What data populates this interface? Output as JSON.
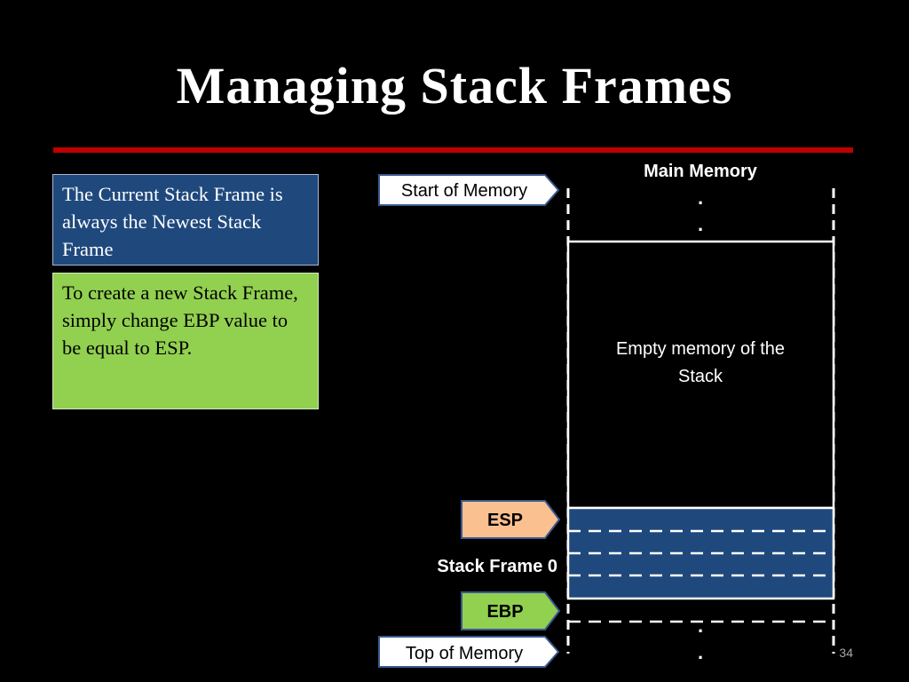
{
  "slide": {
    "title": "Managing Stack Frames",
    "page_number": "34"
  },
  "colors": {
    "background": "#000000",
    "title_rule": "#c00000",
    "note_blue_fill": "#1f497d",
    "note_green_fill": "#92d050",
    "frame_fill": "#1f497d",
    "esp_pointer_fill": "#fac090",
    "ebp_pointer_fill": "#92d050",
    "label_pointer_fill": "#ffffff",
    "pointer_border": "#3a5a8c"
  },
  "notes": [
    {
      "text": "The Current Stack Frame is always the Newest Stack Frame"
    },
    {
      "text": "To create a new Stack Frame, simply change EBP value to be equal to ESP."
    }
  ],
  "diagram": {
    "memory_title": "Main Memory",
    "ellipsis_dot": ".",
    "empty_region_label_line1": "Empty memory of the",
    "empty_region_label_line2": "Stack",
    "stack_frame_label": "Stack Frame 0",
    "pointers": {
      "start": "Start of Memory",
      "esp": "ESP",
      "ebp": "EBP",
      "top": "Top of Memory"
    }
  }
}
